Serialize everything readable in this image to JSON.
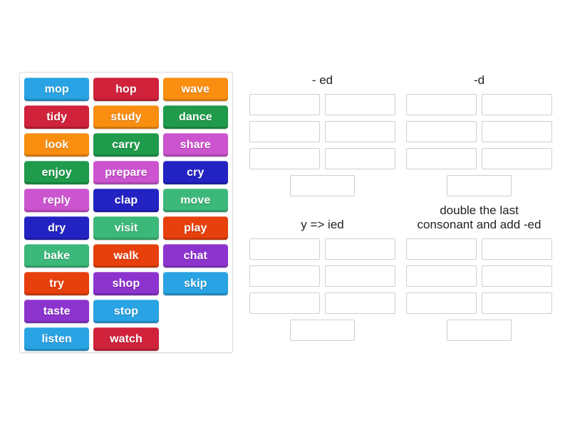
{
  "activity": {
    "type": "group-sort",
    "word_bank": {
      "columns": 3,
      "tiles": [
        {
          "label": "mop",
          "color": "#29a3e3"
        },
        {
          "label": "hop",
          "color": "#d0223b"
        },
        {
          "label": "wave",
          "color": "#f98e10"
        },
        {
          "label": "tidy",
          "color": "#d0223b"
        },
        {
          "label": "study",
          "color": "#f98e10"
        },
        {
          "label": "dance",
          "color": "#1f9b4b"
        },
        {
          "label": "look",
          "color": "#f98e10"
        },
        {
          "label": "carry",
          "color": "#1f9b4b"
        },
        {
          "label": "share",
          "color": "#cc54cf"
        },
        {
          "label": "enjoy",
          "color": "#1f9b4b"
        },
        {
          "label": "prepare",
          "color": "#cc54cf"
        },
        {
          "label": "cry",
          "color": "#2323c4"
        },
        {
          "label": "reply",
          "color": "#cc54cf"
        },
        {
          "label": "clap",
          "color": "#2323c4"
        },
        {
          "label": "move",
          "color": "#3bb87a"
        },
        {
          "label": "dry",
          "color": "#2323c4"
        },
        {
          "label": "visit",
          "color": "#3bb87a"
        },
        {
          "label": "play",
          "color": "#e8400c"
        },
        {
          "label": "bake",
          "color": "#3bb87a"
        },
        {
          "label": "walk",
          "color": "#e8400c"
        },
        {
          "label": "chat",
          "color": "#8d34cf"
        },
        {
          "label": "try",
          "color": "#e8400c"
        },
        {
          "label": "shop",
          "color": "#8d34cf"
        },
        {
          "label": "skip",
          "color": "#29a3e3"
        },
        {
          "label": "taste",
          "color": "#8d34cf"
        },
        {
          "label": "stop",
          "color": "#29a3e3"
        },
        {
          "label": "",
          "color": ""
        },
        {
          "label": "listen",
          "color": "#29a3e3"
        },
        {
          "label": "watch",
          "color": "#d0223b"
        },
        {
          "label": "",
          "color": ""
        }
      ]
    },
    "categories": [
      {
        "title": "- ed",
        "title_line_1": "- ed",
        "title_line_2": "",
        "slot_count": 7,
        "slots": [
          "",
          "",
          "",
          "",
          "",
          "",
          ""
        ]
      },
      {
        "title": "-d",
        "title_line_1": "-d",
        "title_line_2": "",
        "slot_count": 7,
        "slots": [
          "",
          "",
          "",
          "",
          "",
          "",
          ""
        ]
      },
      {
        "title": "y => ied",
        "title_line_1": "y => ied",
        "title_line_2": "",
        "slot_count": 7,
        "slots": [
          "",
          "",
          "",
          "",
          "",
          "",
          ""
        ]
      },
      {
        "title": "double the last consonant and add -ed",
        "title_line_1": "double the last",
        "title_line_2": "consonant and add -ed",
        "slot_count": 7,
        "slots": [
          "",
          "",
          "",
          "",
          "",
          "",
          ""
        ]
      }
    ]
  },
  "theme": {
    "page_background": "#ffffff",
    "bank_border": "#dcdcdc",
    "slot_border": "#cfcfcf",
    "header_text": "#222222",
    "tile_text": "#ffffff"
  }
}
